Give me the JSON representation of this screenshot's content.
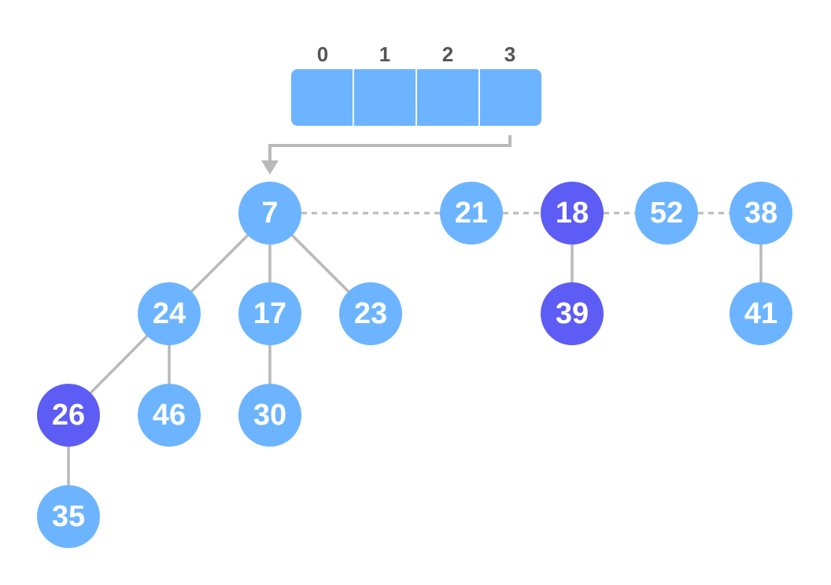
{
  "colors": {
    "node_default": "#6cb4ff",
    "node_marked": "#5d5cf5",
    "array_cell": "#6cb4ff",
    "edge": "#b9b9b9",
    "index_text": "#555555"
  },
  "array": {
    "indices": [
      "0",
      "1",
      "2",
      "3"
    ]
  },
  "root_list": [
    {
      "id": "n7",
      "label": "7",
      "marked": false
    },
    {
      "id": "n21",
      "label": "21",
      "marked": false
    },
    {
      "id": "n18",
      "label": "18",
      "marked": true
    },
    {
      "id": "n52",
      "label": "52",
      "marked": false
    },
    {
      "id": "n38",
      "label": "38",
      "marked": false
    }
  ],
  "nodes": [
    {
      "id": "n24",
      "label": "24",
      "marked": false
    },
    {
      "id": "n17",
      "label": "17",
      "marked": false
    },
    {
      "id": "n23",
      "label": "23",
      "marked": false
    },
    {
      "id": "n39",
      "label": "39",
      "marked": true
    },
    {
      "id": "n41",
      "label": "41",
      "marked": false
    },
    {
      "id": "n26",
      "label": "26",
      "marked": true
    },
    {
      "id": "n46",
      "label": "46",
      "marked": false
    },
    {
      "id": "n30",
      "label": "30",
      "marked": false
    },
    {
      "id": "n35",
      "label": "35",
      "marked": false
    }
  ],
  "edges": [
    [
      "n7",
      "n24"
    ],
    [
      "n7",
      "n17"
    ],
    [
      "n7",
      "n23"
    ],
    [
      "n24",
      "n26"
    ],
    [
      "n24",
      "n46"
    ],
    [
      "n17",
      "n30"
    ],
    [
      "n26",
      "n35"
    ],
    [
      "n18",
      "n39"
    ],
    [
      "n38",
      "n41"
    ]
  ],
  "pointer": {
    "from_index": "3",
    "to": "n7"
  }
}
